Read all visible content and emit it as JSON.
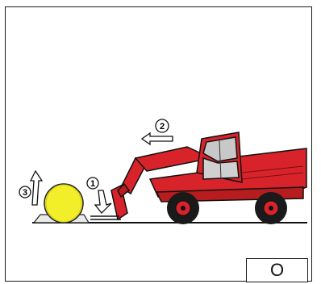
{
  "steps": [
    {
      "number": "1",
      "direction": "down"
    },
    {
      "number": "2",
      "direction": "left"
    },
    {
      "number": "3",
      "direction": "up"
    }
  ],
  "answer_box": {
    "value": "O"
  },
  "colors": {
    "machine_red": "#d8232a",
    "bale_yellow": "#f2ee2a",
    "tyre_dark": "#1a1a1a",
    "cab_glass": "#c8c8c8"
  }
}
